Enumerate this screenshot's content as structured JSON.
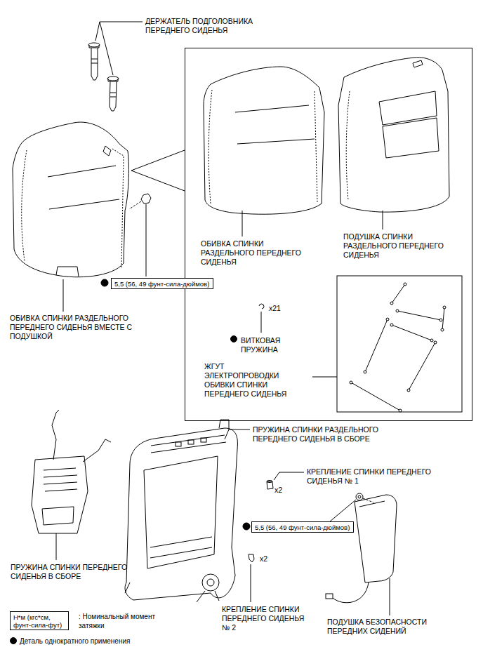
{
  "diagram": {
    "nodes": [
      {
        "text": [
          "ОБИВКА СПИНКИ РАЗДЕЛЬНОГО ПЕРЕДНЕГО СИДЕНЬЯ",
          "ПОДУШКА СПИНКИ РАЗДЕЛЬНОГО ПЕРЕДНЕГО СИДЕНЬЯ",
          "x21",
          "ВИТКОВАЯ ПРУЖИНА",
          "ЖГУТ ЭЛЕКТРОПРОВОДКИ ОБИВКИ СПИНКИ ПЕРЕДНЕГО СИДЕНЬЯ"
        ]
      },
      {
        "text": [
          "5,5 (56, 49 фунт-сила-дюймов)"
        ]
      },
      {
        "text": [
          "5,5 (56, 49 фунт-сила-дюймов)"
        ]
      },
      {
        "text": [
          "Н*м (кгс*см, фунт-сила-фут)"
        ]
      }
    ],
    "labels": [
      "ДЕРЖАТЕЛЬ ПОДГОЛОВНИКА ПЕРЕДНЕГО СИДЕНЬЯ",
      "ОБИВКА СПИНКИ РАЗДЕЛЬНОГО ПЕРЕДНЕГО СИДЕНЬЯ ВМЕСТЕ С ПОДУШКОЙ",
      "ПРУЖИНА СПИНКИ РАЗДЕЛЬНОГО ПЕРЕДНЕГО СИДЕНЬЯ В СБОРЕ",
      "КРЕПЛЕНИЕ СПИНКИ ПЕРЕДНЕГО СИДЕНЬЯ № 1",
      "x2",
      "ПРУЖИНА СПИНКИ ПЕРЕДНЕГО СИДЕНЬЯ В СБОРЕ",
      "x2",
      "КРЕПЛЕНИЕ СПИНКИ ПЕРЕДНЕГО СИДЕНЬЯ № 2",
      "ПОДУШКА БЕЗОПАСНОСТИ ПЕРЕДНИХ СИДЕНИЙ"
    ],
    "legend": [
      {
        "text": ": Номинальный момент затяжки"
      },
      {
        "text": "Деталь однократного применения"
      }
    ]
  }
}
